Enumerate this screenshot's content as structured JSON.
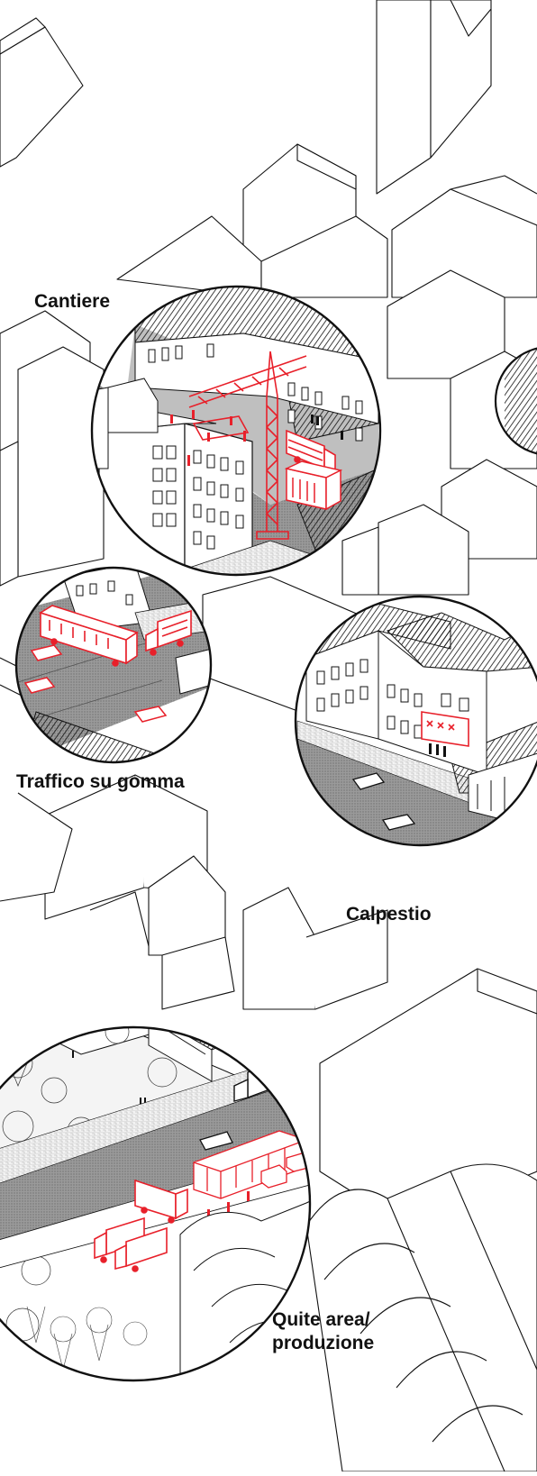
{
  "labels": {
    "cantiere": "Cantiere",
    "traffico": "Traffico su gomma",
    "calpestio": "Calpestio",
    "quite_line1": "Quite area/",
    "quite_line2": "produzione"
  },
  "colors": {
    "line": "#111111",
    "highlight": "#e8202a",
    "street_fill": "#8f8f8f",
    "background": "#ffffff"
  },
  "icons": {
    "crane": "crane-icon",
    "truck": "truck-icon",
    "bus": "bus-icon",
    "car": "car-icon",
    "person": "person-icon",
    "container": "site-container-icon",
    "crate": "crate-stack-icon"
  }
}
